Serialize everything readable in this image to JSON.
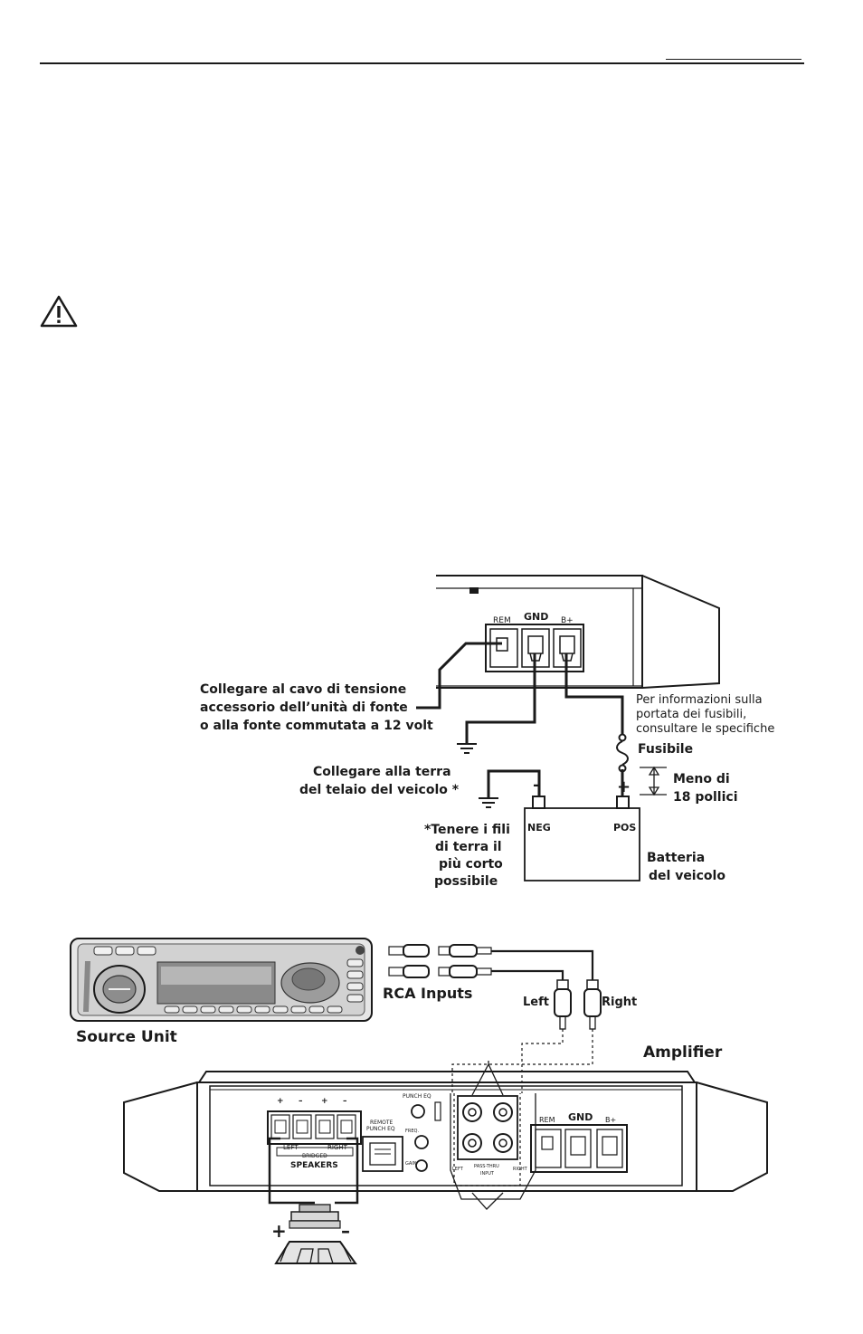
{
  "wiring": {
    "rem": "REM",
    "gnd": "GND",
    "bplus": "B+",
    "connect_remote": [
      "Collegare al cavo di tensione",
      "accessorio dell’unità di fonte",
      "o alla fonte commutata a 12 volt"
    ],
    "fuse_info": [
      "Per informazioni sulla",
      "portata dei fusibili,",
      "consultare le specifiche"
    ],
    "fuse": "Fusibile",
    "distance": [
      "Meno di",
      "18 pollici"
    ],
    "connect_ground": [
      "Collegare alla terra",
      "del telaio del veicolo *"
    ],
    "neg_sign": "–",
    "neg": "NEG",
    "pos_sign": "+",
    "pos": "POS",
    "ground_note": [
      "*Tenere i fili",
      "di terra il",
      "più corto",
      "possibile"
    ],
    "battery": [
      "Batteria",
      "del veicolo"
    ]
  },
  "signal": {
    "rca_inputs": "RCA Inputs",
    "left": "Left",
    "right": "Right",
    "source_unit": "Source Unit",
    "amplifier": "Amplifier",
    "speakers": "SPEAKERS",
    "spk_left": "LEFT",
    "spk_right": "RIGHT",
    "bridged": "BRIDGED",
    "remote_punch_eq": [
      "REMOTE",
      "PUNCH EQ"
    ],
    "punch_eq": "PUNCH EQ",
    "pass_thru": "PASS-THRU",
    "input": "INPUT",
    "in_left": "LEFT",
    "in_right": "RIGHT",
    "gain": "GAIN",
    "freq": "FREQ.",
    "plus_sign": "+",
    "minus_sign": "–"
  }
}
